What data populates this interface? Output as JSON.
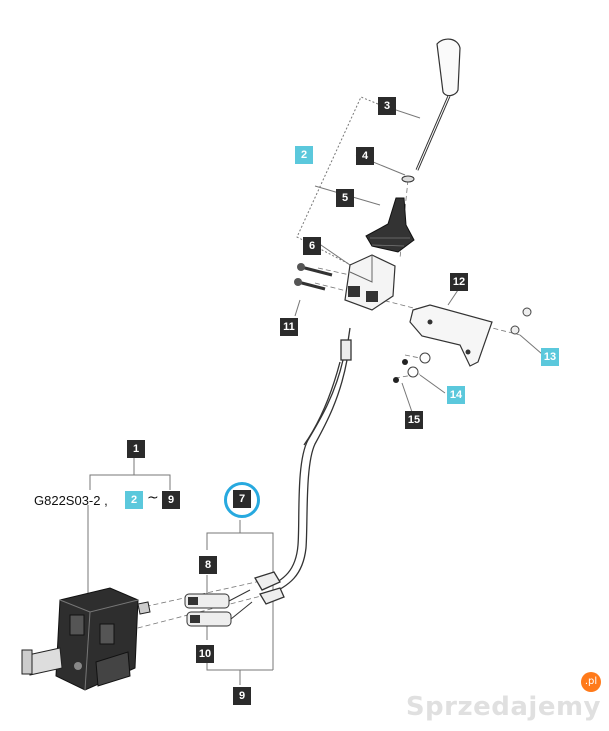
{
  "callouts": {
    "c1": "1",
    "c2a": "2",
    "c2b": "2",
    "c3": "3",
    "c4": "4",
    "c5": "5",
    "c6": "6",
    "c7": "7",
    "c8": "8",
    "c9a": "9",
    "c9b": "9",
    "c10": "10",
    "c11": "11",
    "c12": "12",
    "c13": "13",
    "c14": "14",
    "c15": "15"
  },
  "kit": {
    "code": "G822S03-2 ,",
    "range_symbol": "~"
  },
  "highlighted_item": "7",
  "watermark": {
    "text": "Sprzedajemy",
    "badge": ".pl"
  },
  "colors": {
    "dark_label": "#2b2b2b",
    "cyan_label": "#5bc8dc",
    "highlight_ring": "#27a9df",
    "line": "#555555"
  }
}
